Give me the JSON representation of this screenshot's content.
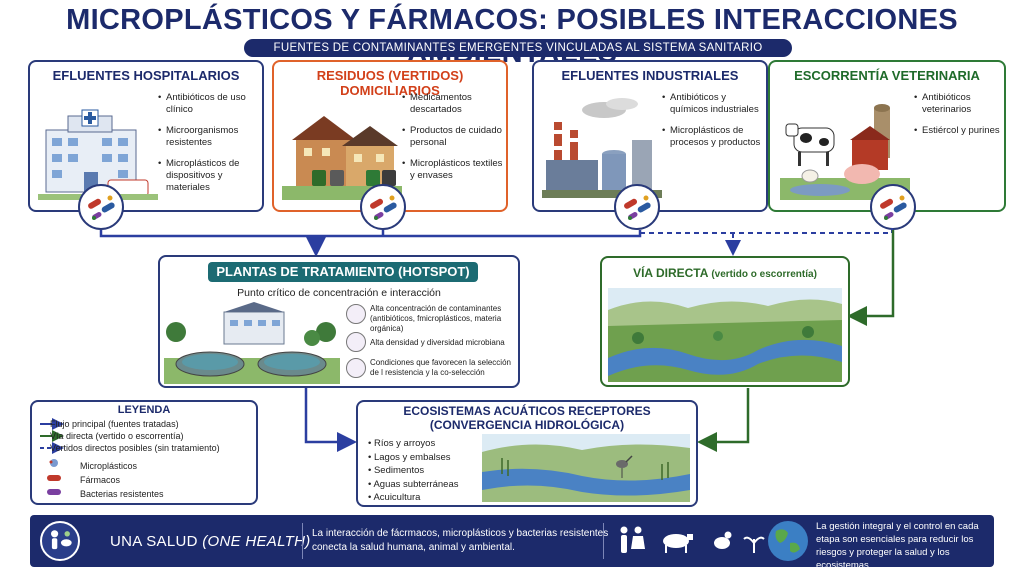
{
  "header": {
    "title": "MICROPLÁSTICOS Y FÁRMACOS: POSIBLES INTERACCIONES AMBIENTALES",
    "subtitle": "FUENTES DE CONTAMINANTES EMERGENTES VINCULADAS AL SISTEMA SANITARIO"
  },
  "sources": [
    {
      "title": "EFLUENTES HOSPITALARIOS",
      "color": "#1c2a6b",
      "border": "#2a3a7a",
      "items": [
        "Antibióticos de uso clínico",
        "Microorganismos resistentes",
        "Microplásticos de dispositivos y materiales"
      ]
    },
    {
      "title": "RESIDUOS (VERTIDOS) DOMICILIARIOS",
      "color": "#d2401a",
      "border": "#e0622a",
      "items": [
        "Medicamentos descartados",
        "Productos de cuidado personal",
        "Microplásticos textiles y envases"
      ]
    },
    {
      "title": "EFLUENTES INDUSTRIALES",
      "color": "#1c2a6b",
      "border": "#2a3a7a",
      "items": [
        "Antibióticos y químicos industriales",
        "Microplásticos de procesos y productos"
      ]
    },
    {
      "title": "ESCORRENTÍA VETERINARIA",
      "color": "#1f6b2a",
      "border": "#2e7a36",
      "items": [
        "Antibióticos veterinarios",
        "Estiércol y purines"
      ]
    }
  ],
  "treatment": {
    "title": "PLANTAS DE TRATAMIENTO (HOTSPOT)",
    "subtitle": "Punto crítico de concentración e interacción",
    "items": [
      "Alta concentración de contaminantes (antibióticos, fmicroplásticos, materia orgánica)",
      "Alta densidad y diversidad microbiana",
      "Condiciones que favorecen la selección de l resistencia y la co-selección"
    ]
  },
  "direct": {
    "title": "VÍA DIRECTA",
    "title_note": "(vertido o escorrentía)"
  },
  "receptors": {
    "title_line1": "ECOSISTEMAS ACUÁTICOS RECEPTORES",
    "title_line2": "(CONVERGENCIA HIDROLÓGICA)",
    "items": [
      "Ríos y arroyos",
      "Lagos y embalses",
      "Sedimentos",
      "Aguas subterráneas",
      "Acuicultura"
    ]
  },
  "legend": {
    "title": "LEYENDA",
    "lines": [
      "Flujo principal (fuentes tratadas)",
      "Vía directa (vertido o escorrentía)",
      "Vertidos directos posibles (sin tratamiento)"
    ],
    "symbols": [
      "Microplásticos",
      "Fármacos",
      "Bacterias resistentes"
    ]
  },
  "footer": {
    "label": "UNA SALUD",
    "label_italic": "(ONE HEALTH)",
    "text": "La interacción de fácrmacos, microplásticos y bacterias resistentes conecta la salud humana, animal y ambiental.",
    "right_text": "La gestión integral y el control en cada etapa son esenciales para reducir los riesgos y proteger la salud y los ecosistemas."
  },
  "colors": {
    "navy": "#1c2a6b",
    "teal": "#1c6b73",
    "green": "#2e6b2a",
    "orange": "#e0622a",
    "arrow_blue": "#2b3ea0"
  }
}
